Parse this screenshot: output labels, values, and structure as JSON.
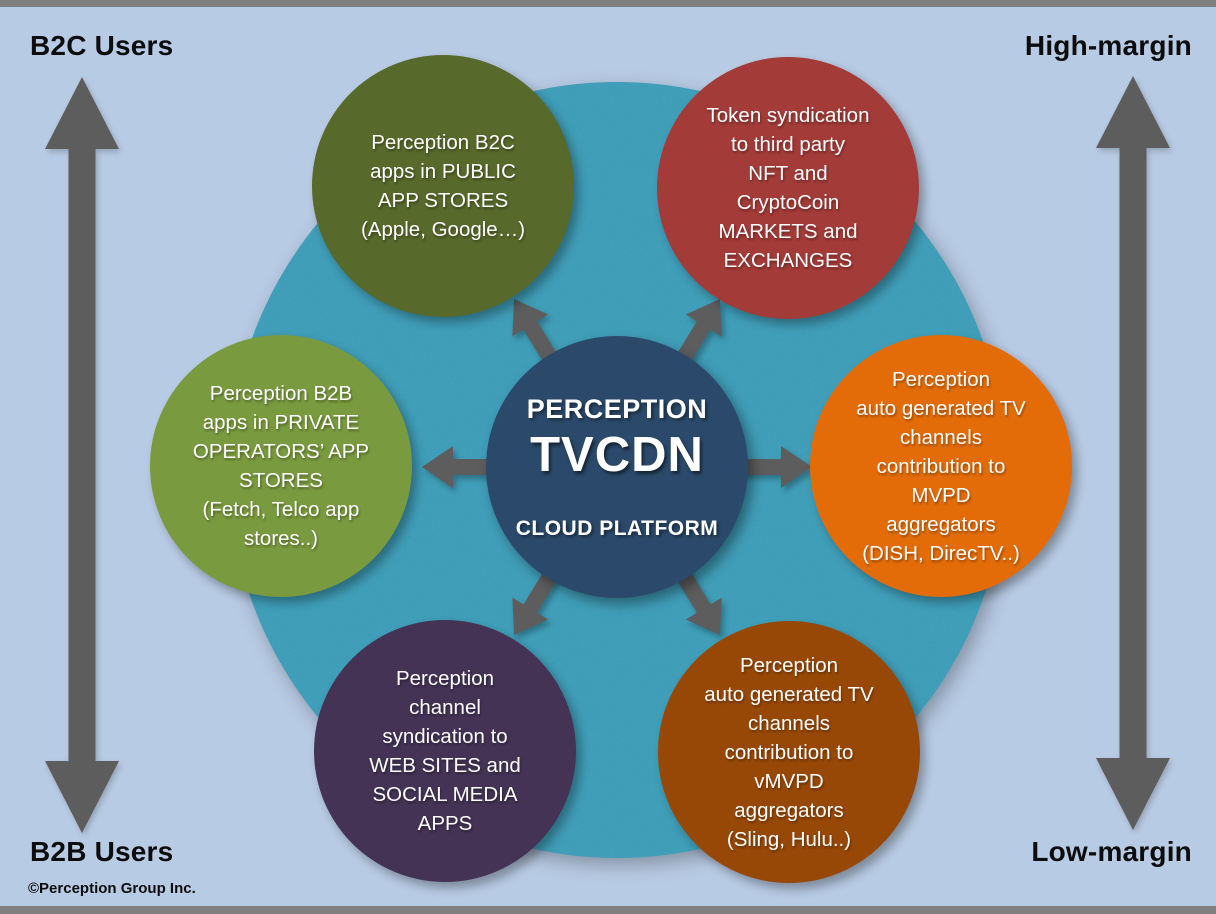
{
  "axes": {
    "left": {
      "top_label": "B2C Users",
      "bottom_label": "B2B Users"
    },
    "right": {
      "top_label": "High-margin",
      "bottom_label": "Low-margin"
    }
  },
  "center": {
    "line1": "PERCEPTION",
    "line2": "TVCDN",
    "line3": "CLOUD PLATFORM",
    "color": "#2b4a6b"
  },
  "nodes": [
    {
      "id": "b2c-public-app-stores",
      "color": "#57692b",
      "lines": [
        "Perception B2C",
        "apps in PUBLIC",
        "APP STORES",
        "(Apple, Google…)"
      ]
    },
    {
      "id": "token-syndication-markets",
      "color": "#a33b38",
      "lines": [
        "Token syndication",
        "to third party",
        "NFT and",
        "CryptoCoin",
        "MARKETS and",
        "EXCHANGES"
      ]
    },
    {
      "id": "b2b-private-app-stores",
      "color": "#7a9a3f",
      "lines": [
        "Perception B2B",
        "apps in PRIVATE",
        "OPERATORS’ APP",
        "STORES",
        "(Fetch, Telco app",
        "stores..)"
      ]
    },
    {
      "id": "mvpd-aggregators",
      "color": "#e36c09",
      "lines": [
        "Perception",
        "auto generated TV",
        "channels",
        "contribution to",
        "MVPD",
        "aggregators",
        "(DISH, DirecTV..)"
      ]
    },
    {
      "id": "web-social-syndication",
      "color": "#443355",
      "lines": [
        "Perception",
        "channel",
        "syndication to",
        "WEB SITES and",
        "SOCIAL MEDIA",
        "APPS"
      ]
    },
    {
      "id": "vmvpd-aggregators",
      "color": "#974806",
      "lines": [
        "Perception",
        "auto generated TV",
        "channels",
        "contribution to",
        "vMVPD",
        "aggregators",
        "(Sling, Hulu..)"
      ]
    }
  ],
  "footer": {
    "copyright": "©Perception Group Inc."
  },
  "colors": {
    "background": "#b8cbe4",
    "platform_teal": "#3898b6",
    "arrow_gray": "#5d5d5d",
    "bar_gray": "#7f7f7f",
    "label_text": "#0d0d0d",
    "node_text": "#ffffff"
  }
}
